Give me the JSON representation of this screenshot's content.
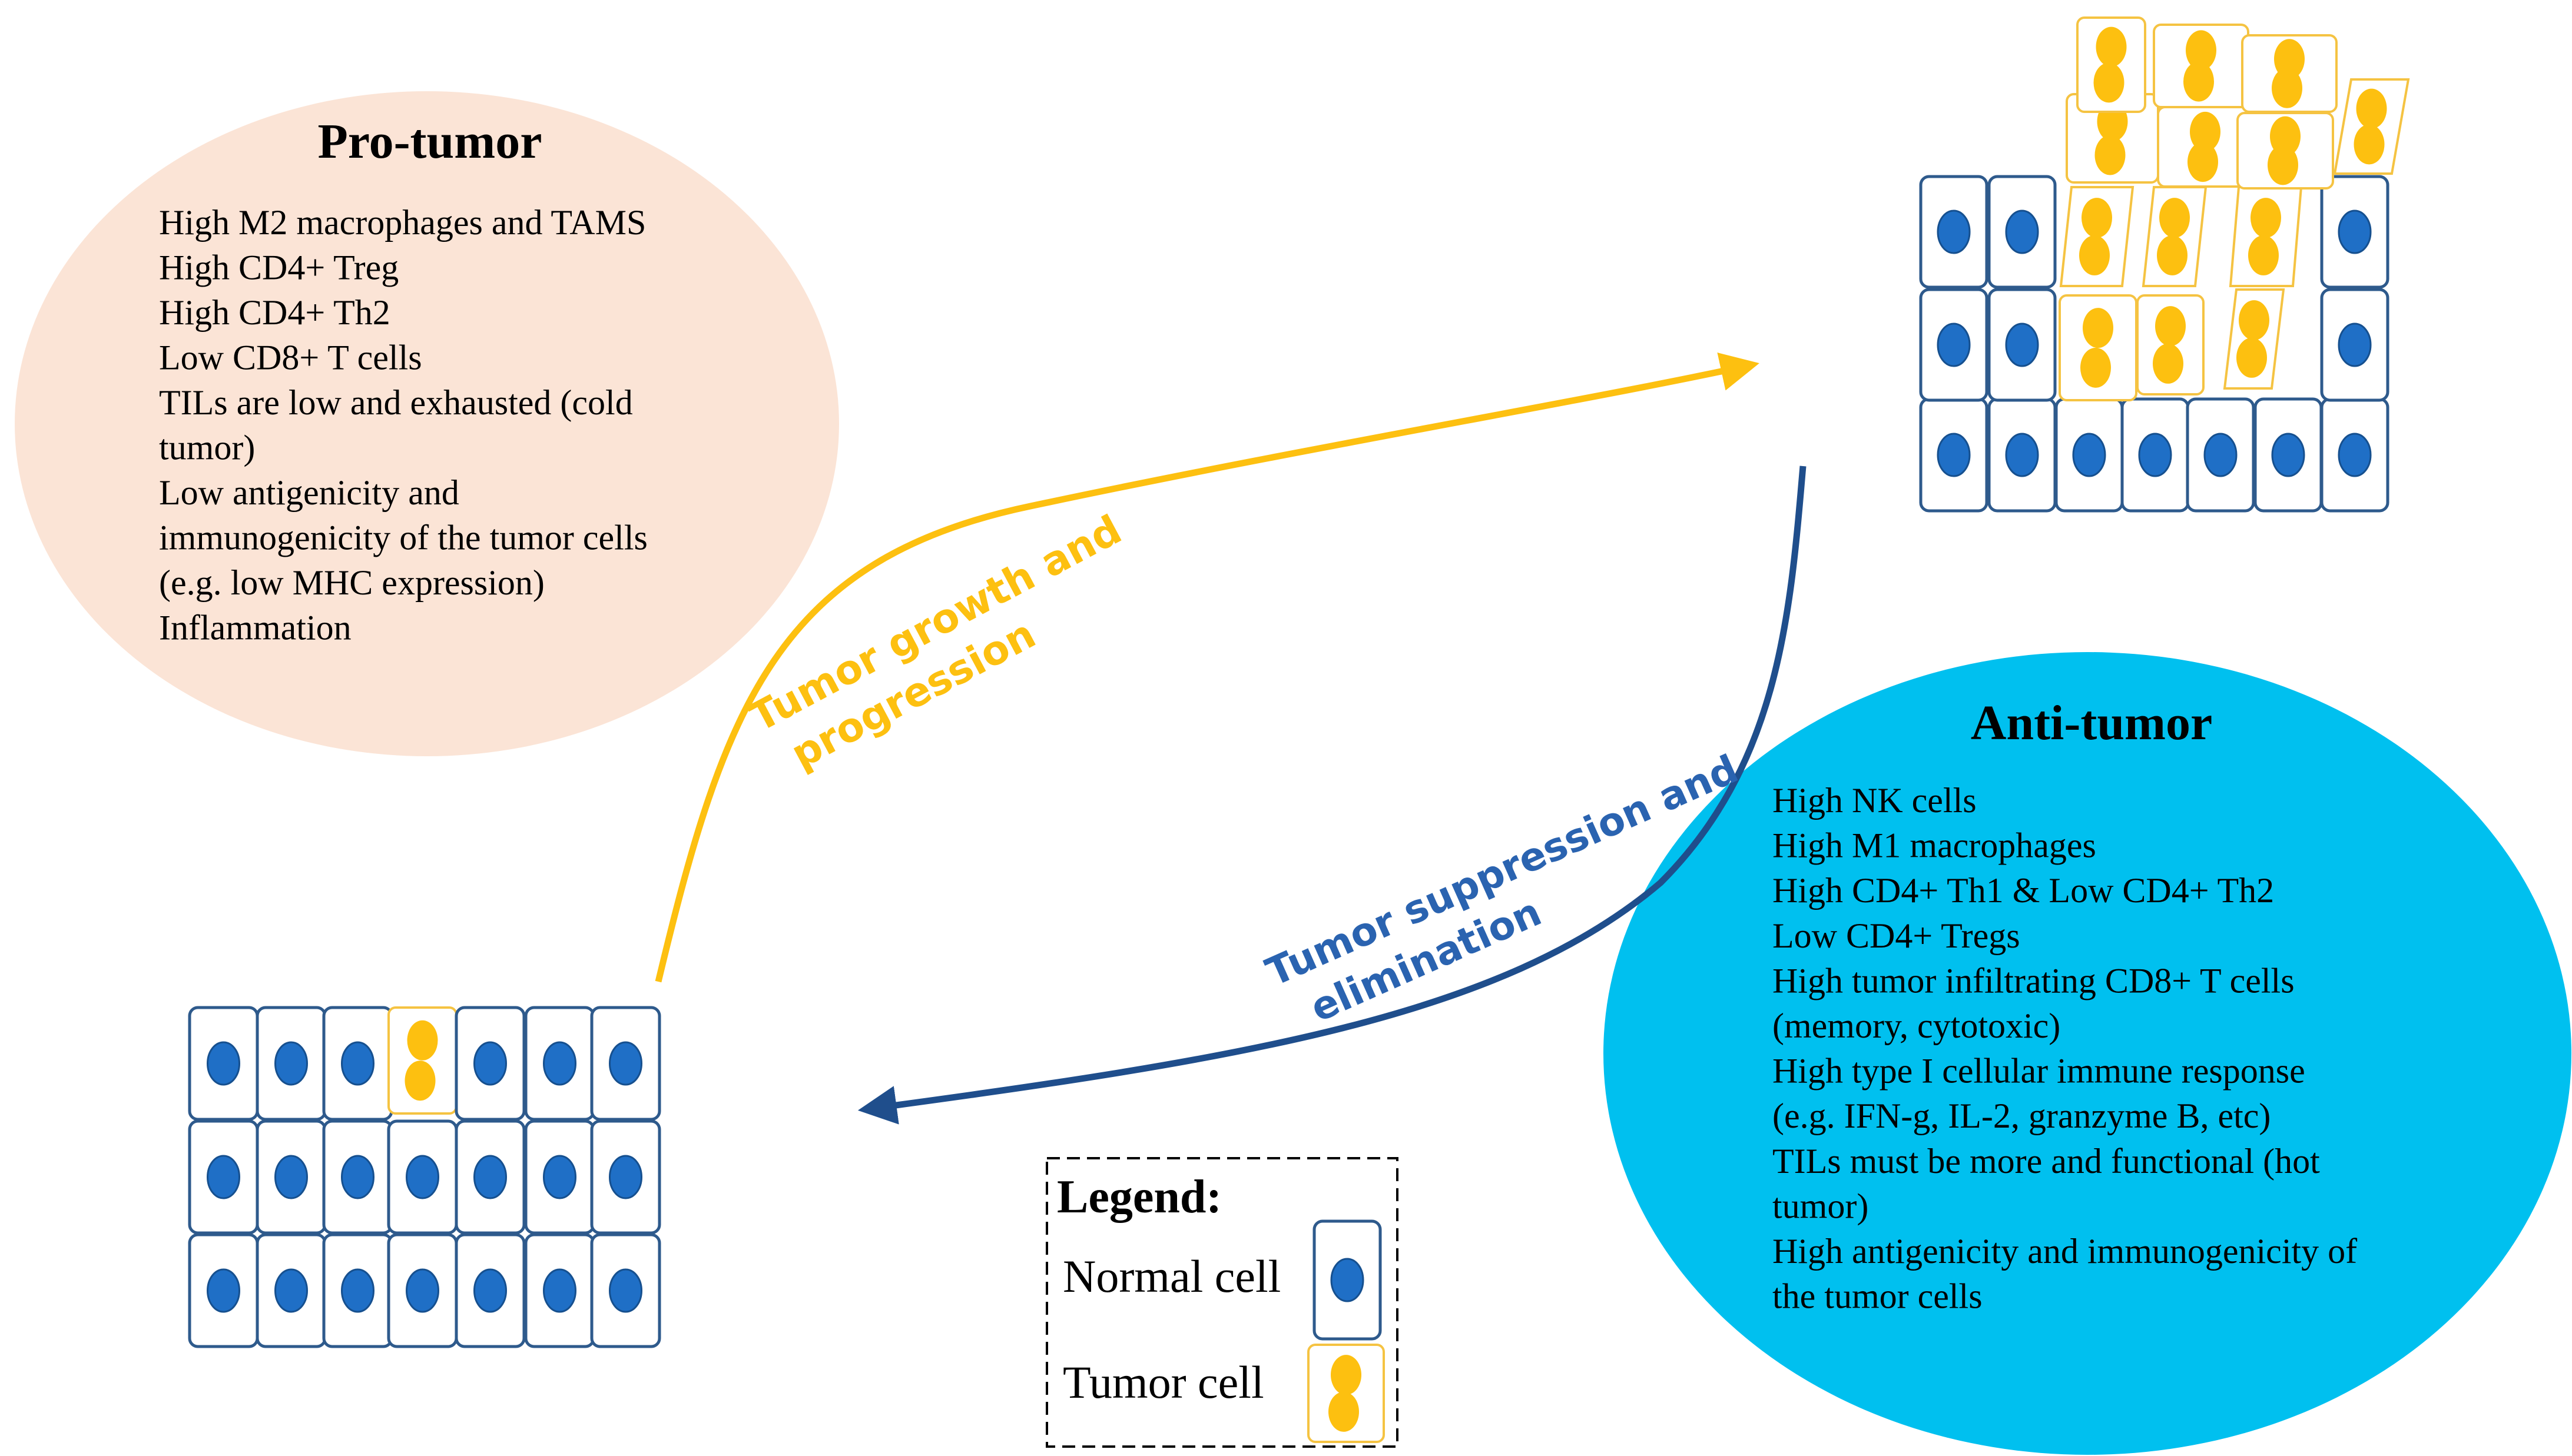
{
  "pro_tumor": {
    "title": "Pro-tumor",
    "lines": [
      "High M2 macrophages and TAMS",
      "High CD4+ Treg",
      "High CD4+ Th2",
      "Low CD8+ T cells",
      "TILs are low and exhausted (cold",
      "tumor)",
      "Low antigenicity and",
      "immunogenicity of the tumor cells",
      "(e.g. low MHC expression)",
      "Inflammation"
    ]
  },
  "anti_tumor": {
    "title": "Anti-tumor",
    "lines": [
      "High NK cells",
      "High M1 macrophages",
      "High CD4+ Th1 & Low CD4+ Th2",
      "Low CD4+ Tregs",
      "High tumor infiltrating CD8+ T cells",
      "(memory, cytotoxic)",
      "High type I cellular immune response",
      "(e.g. IFN-g, IL-2, granzyme B, etc)",
      "TILs must be more and functional (hot",
      "tumor)",
      "High antigenicity and immunogenicity of",
      "the tumor cells"
    ]
  },
  "arrows": {
    "growth_line1": "Tumor growth and",
    "growth_line2": "progression",
    "suppression_line1": "Tumor suppression and",
    "suppression_line2": "elimination"
  },
  "legend": {
    "title": "Legend:",
    "normal_cell": "Normal cell",
    "tumor_cell": "Tumor cell"
  },
  "colors": {
    "pro_tumor_fill": "#fbe4d6",
    "anti_tumor_fill": "#00c0ef",
    "growth_arrow": "#fdc010",
    "suppression_arrow": "#1f4e8c",
    "cell_border": "#2e5a8c",
    "nucleus": "#1f6fc6",
    "tumor_nucleus": "#fdc010",
    "tumor_border": "#f5c342"
  }
}
